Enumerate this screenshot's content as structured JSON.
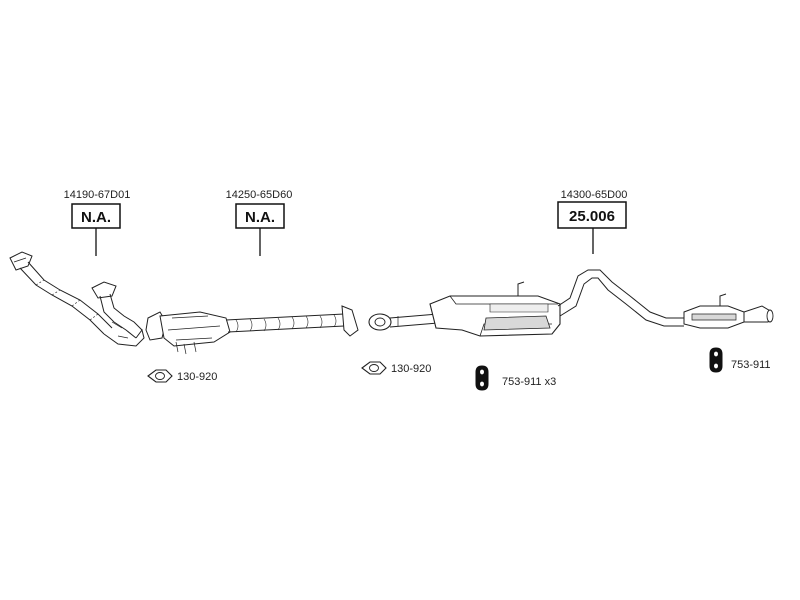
{
  "parts": [
    {
      "part_number": "14190-67D01",
      "box_label": "N.A.",
      "name": "front-pipe-part-number"
    },
    {
      "part_number": "14250-65D60",
      "box_label": "N.A.",
      "name": "catalyst-pipe-part-number"
    },
    {
      "part_number": "14300-65D00",
      "box_label": "25.006",
      "name": "rear-silencer-part-number"
    }
  ],
  "accessories": [
    {
      "label": "130-920"
    },
    {
      "label": "130-920"
    },
    {
      "label": "753-911 x3"
    },
    {
      "label": "753-911"
    }
  ],
  "colors": {
    "line": "#222222",
    "fill_gray": "#d8d8d8",
    "background": "#ffffff"
  }
}
